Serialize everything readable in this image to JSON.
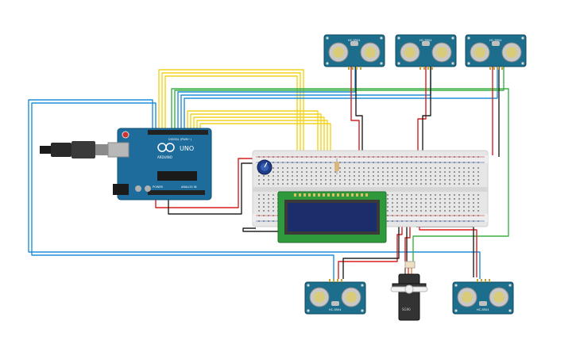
{
  "arduino": {
    "brand": "UNO",
    "logo_text": "ARDUINO",
    "digital_label": "DIGITAL (PWM~)",
    "power_label": "POWER",
    "analog_label": "ANALOG IN"
  },
  "sensors": {
    "model_label": "HC-SR04",
    "items": [
      {
        "id": "top-1"
      },
      {
        "id": "top-2"
      },
      {
        "id": "top-3"
      },
      {
        "id": "bottom-left"
      },
      {
        "id": "bottom-right"
      }
    ]
  },
  "servo": {
    "model_label": "SG90"
  },
  "colors": {
    "yellow_wire": "#f2d21a",
    "red_wire": "#d81e1e",
    "black_wire": "#222222",
    "green_wire": "#3cb043",
    "blue_wire": "#1f8fd8",
    "sensor_board": "#1c6e8c",
    "arduino_board": "#1d6c9c",
    "lcd_frame": "#2e9a3c",
    "lcd_screen": "#1c2d6b",
    "breadboard": "#e6e6e6"
  },
  "icons": [
    "potentiometer-icon",
    "usb-cable-icon",
    "resistor-icon",
    "servo-icon"
  ]
}
